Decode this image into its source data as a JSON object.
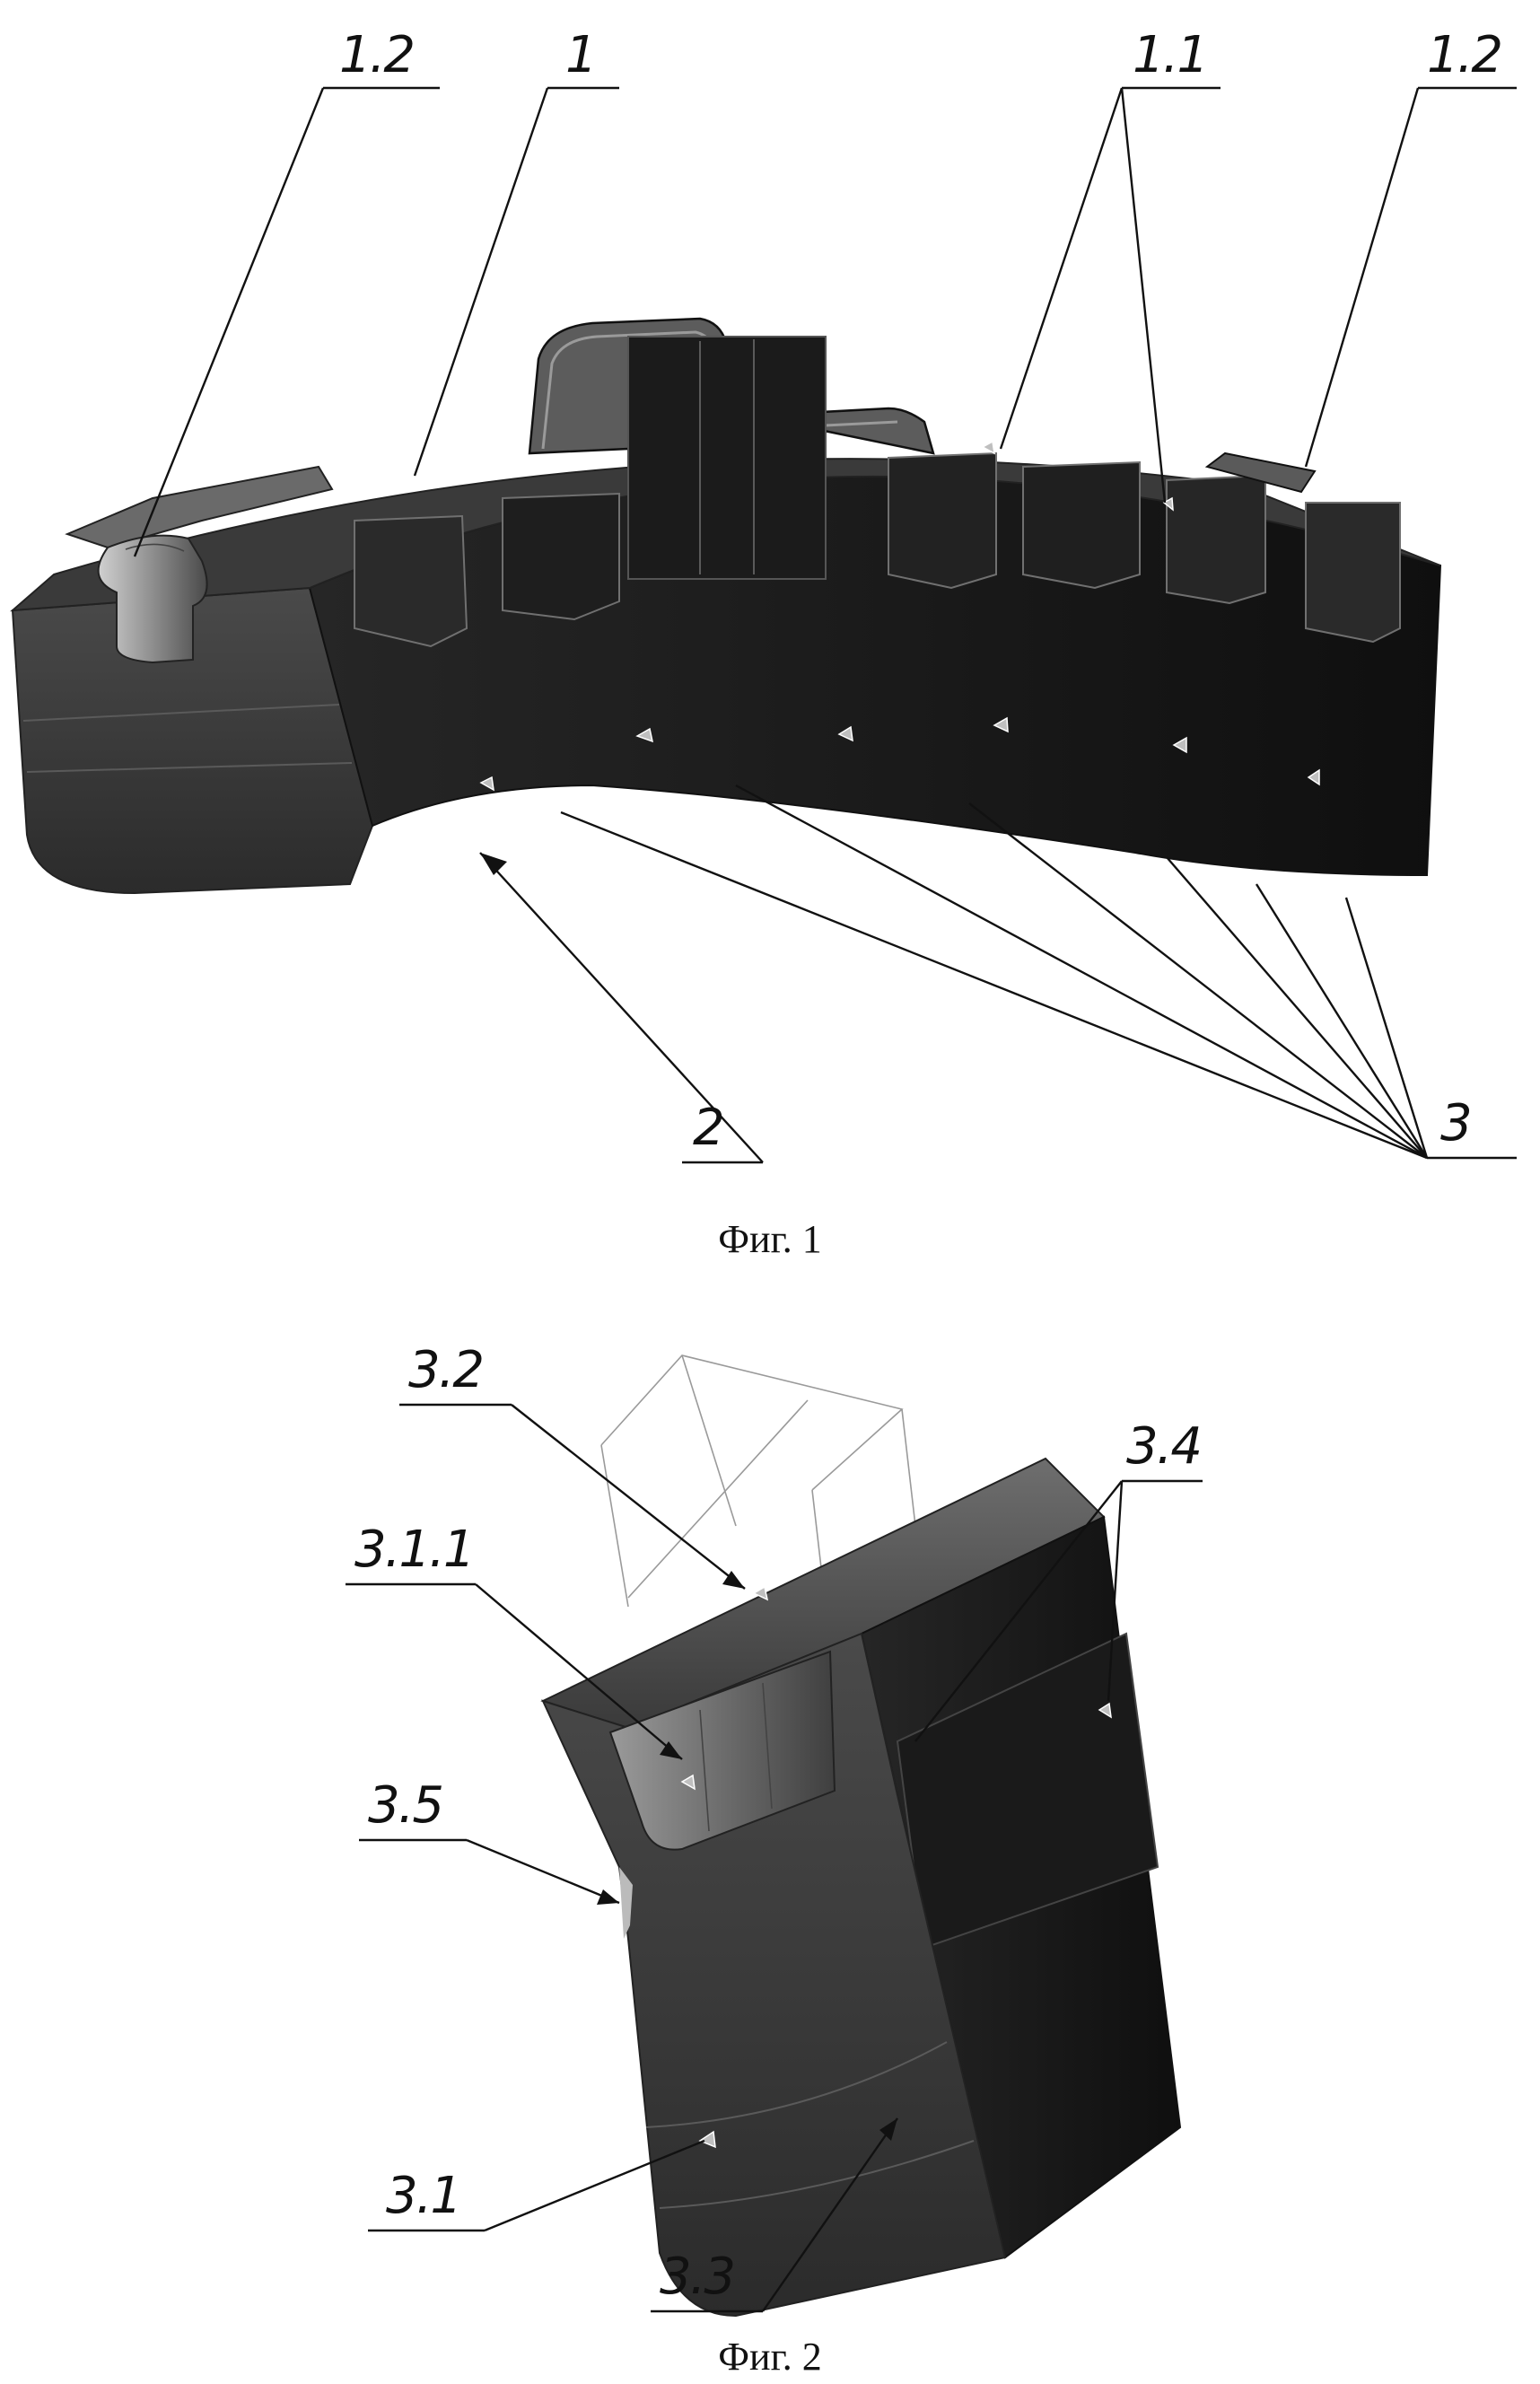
{
  "figure1": {
    "caption": "Фиг. 1",
    "labels": {
      "clip_left": "1.2",
      "segment_body": "1",
      "slots": "1.1",
      "clip_right": "1.2",
      "segment_base": "2",
      "holes": "3"
    }
  },
  "figure2": {
    "caption": "Фиг. 2",
    "labels": {
      "top_face": "3.2",
      "inner_slot": "3.1.1",
      "side_step": "3.4",
      "side_groove": "3.5",
      "front_face": "3.1",
      "bottom_face": "3.3"
    }
  },
  "colors": {
    "ink": "#111111",
    "body_dark": "#141414",
    "body_mid": "#2a2a2a",
    "face_grey": "#3c3c3c",
    "highlight": "#8c8c8c"
  }
}
